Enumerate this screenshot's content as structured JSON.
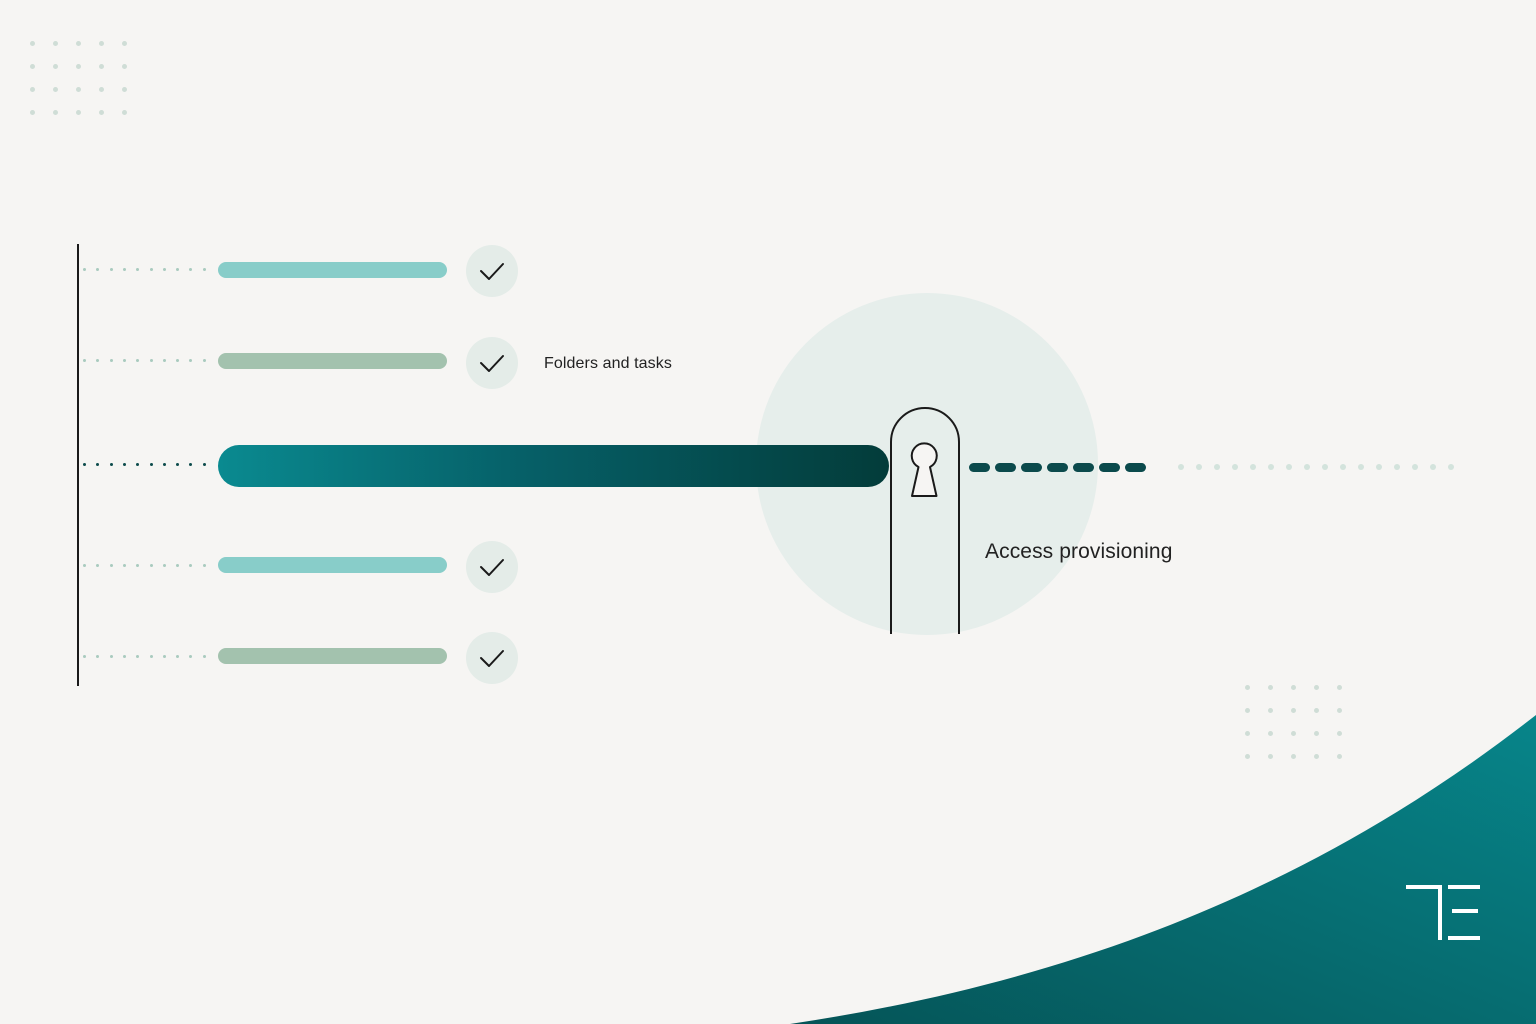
{
  "labels": {
    "folders_and_tasks": "Folders and tasks",
    "access_provisioning": "Access provisioning"
  },
  "colors": {
    "background": "#f6f5f3",
    "bar_teal_light": "#88cdc9",
    "bar_sage": "#a3c2ae",
    "main_bar_start": "#0a8a90",
    "main_bar_end": "#033c3a",
    "check_circle": "#e4ece8",
    "halo": "#e6eeeb",
    "dash_dark": "#0b4a4c",
    "corner_wave": "#04777b"
  },
  "icons": {
    "check": "check-icon",
    "keyhole": "keyhole-icon",
    "logo": "te-logo"
  }
}
